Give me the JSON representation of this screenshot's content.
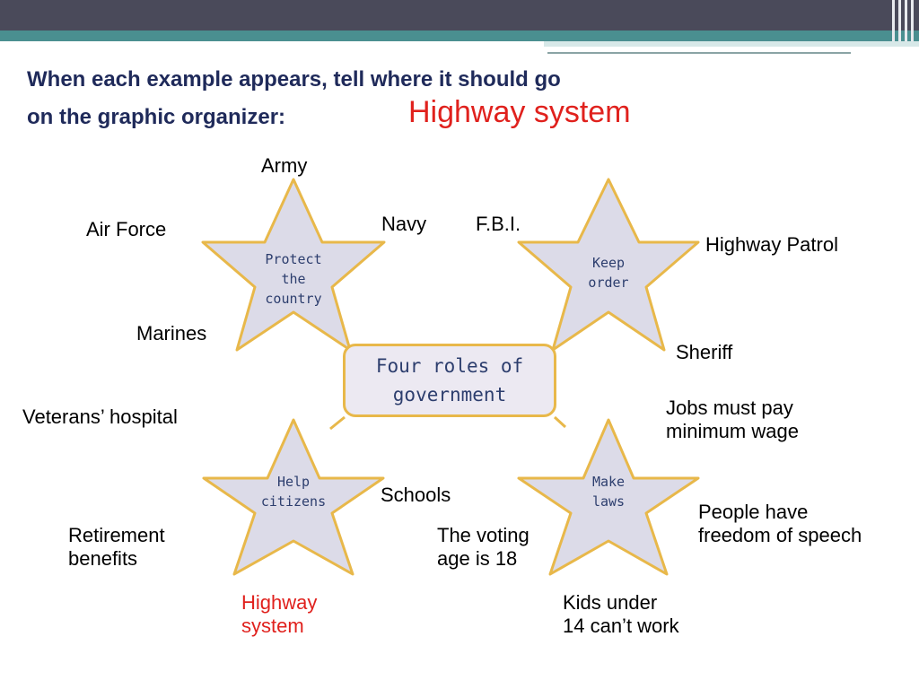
{
  "slide": {
    "title_line1": "When each example appears, tell where it should go",
    "title_line2": "on the graphic organizer:",
    "current_example": "Highway system"
  },
  "center": {
    "line1": "Four roles of",
    "line2": "government"
  },
  "stars": [
    {
      "id": "protect",
      "line1": "Protect",
      "line2": "the",
      "line3": "country"
    },
    {
      "id": "keep",
      "line1": "Keep",
      "line2": "order"
    },
    {
      "id": "help",
      "line1": "Help",
      "line2": "citizens"
    },
    {
      "id": "make",
      "line1": "Make",
      "line2": "laws"
    }
  ],
  "examples": {
    "army": "Army",
    "air_force": "Air Force",
    "navy": "Navy",
    "fbi": "F.B.I.",
    "highway_patrol": "Highway Patrol",
    "marines": "Marines",
    "sheriff": "Sheriff",
    "veterans_hospital": "Veterans’ hospital",
    "jobs_line1": "Jobs must pay",
    "jobs_line2": "minimum wage",
    "schools": "Schools",
    "speech_line1": "People have",
    "speech_line2": "freedom of speech",
    "retirement_line1": "Retirement",
    "retirement_line2": "benefits",
    "voting_line1": "The voting",
    "voting_line2": "age is 18",
    "highway_line1": "Highway",
    "highway_line2": "system",
    "kids_line1": "Kids under",
    "kids_line2": "14 can’t work"
  },
  "colors": {
    "title": "#1f2a5a",
    "highlight": "#e0211d",
    "star_fill": "#dcdbe8",
    "border": "#e8b84a",
    "header_dark": "#4a4a5a",
    "header_teal": "#4a8f90"
  }
}
